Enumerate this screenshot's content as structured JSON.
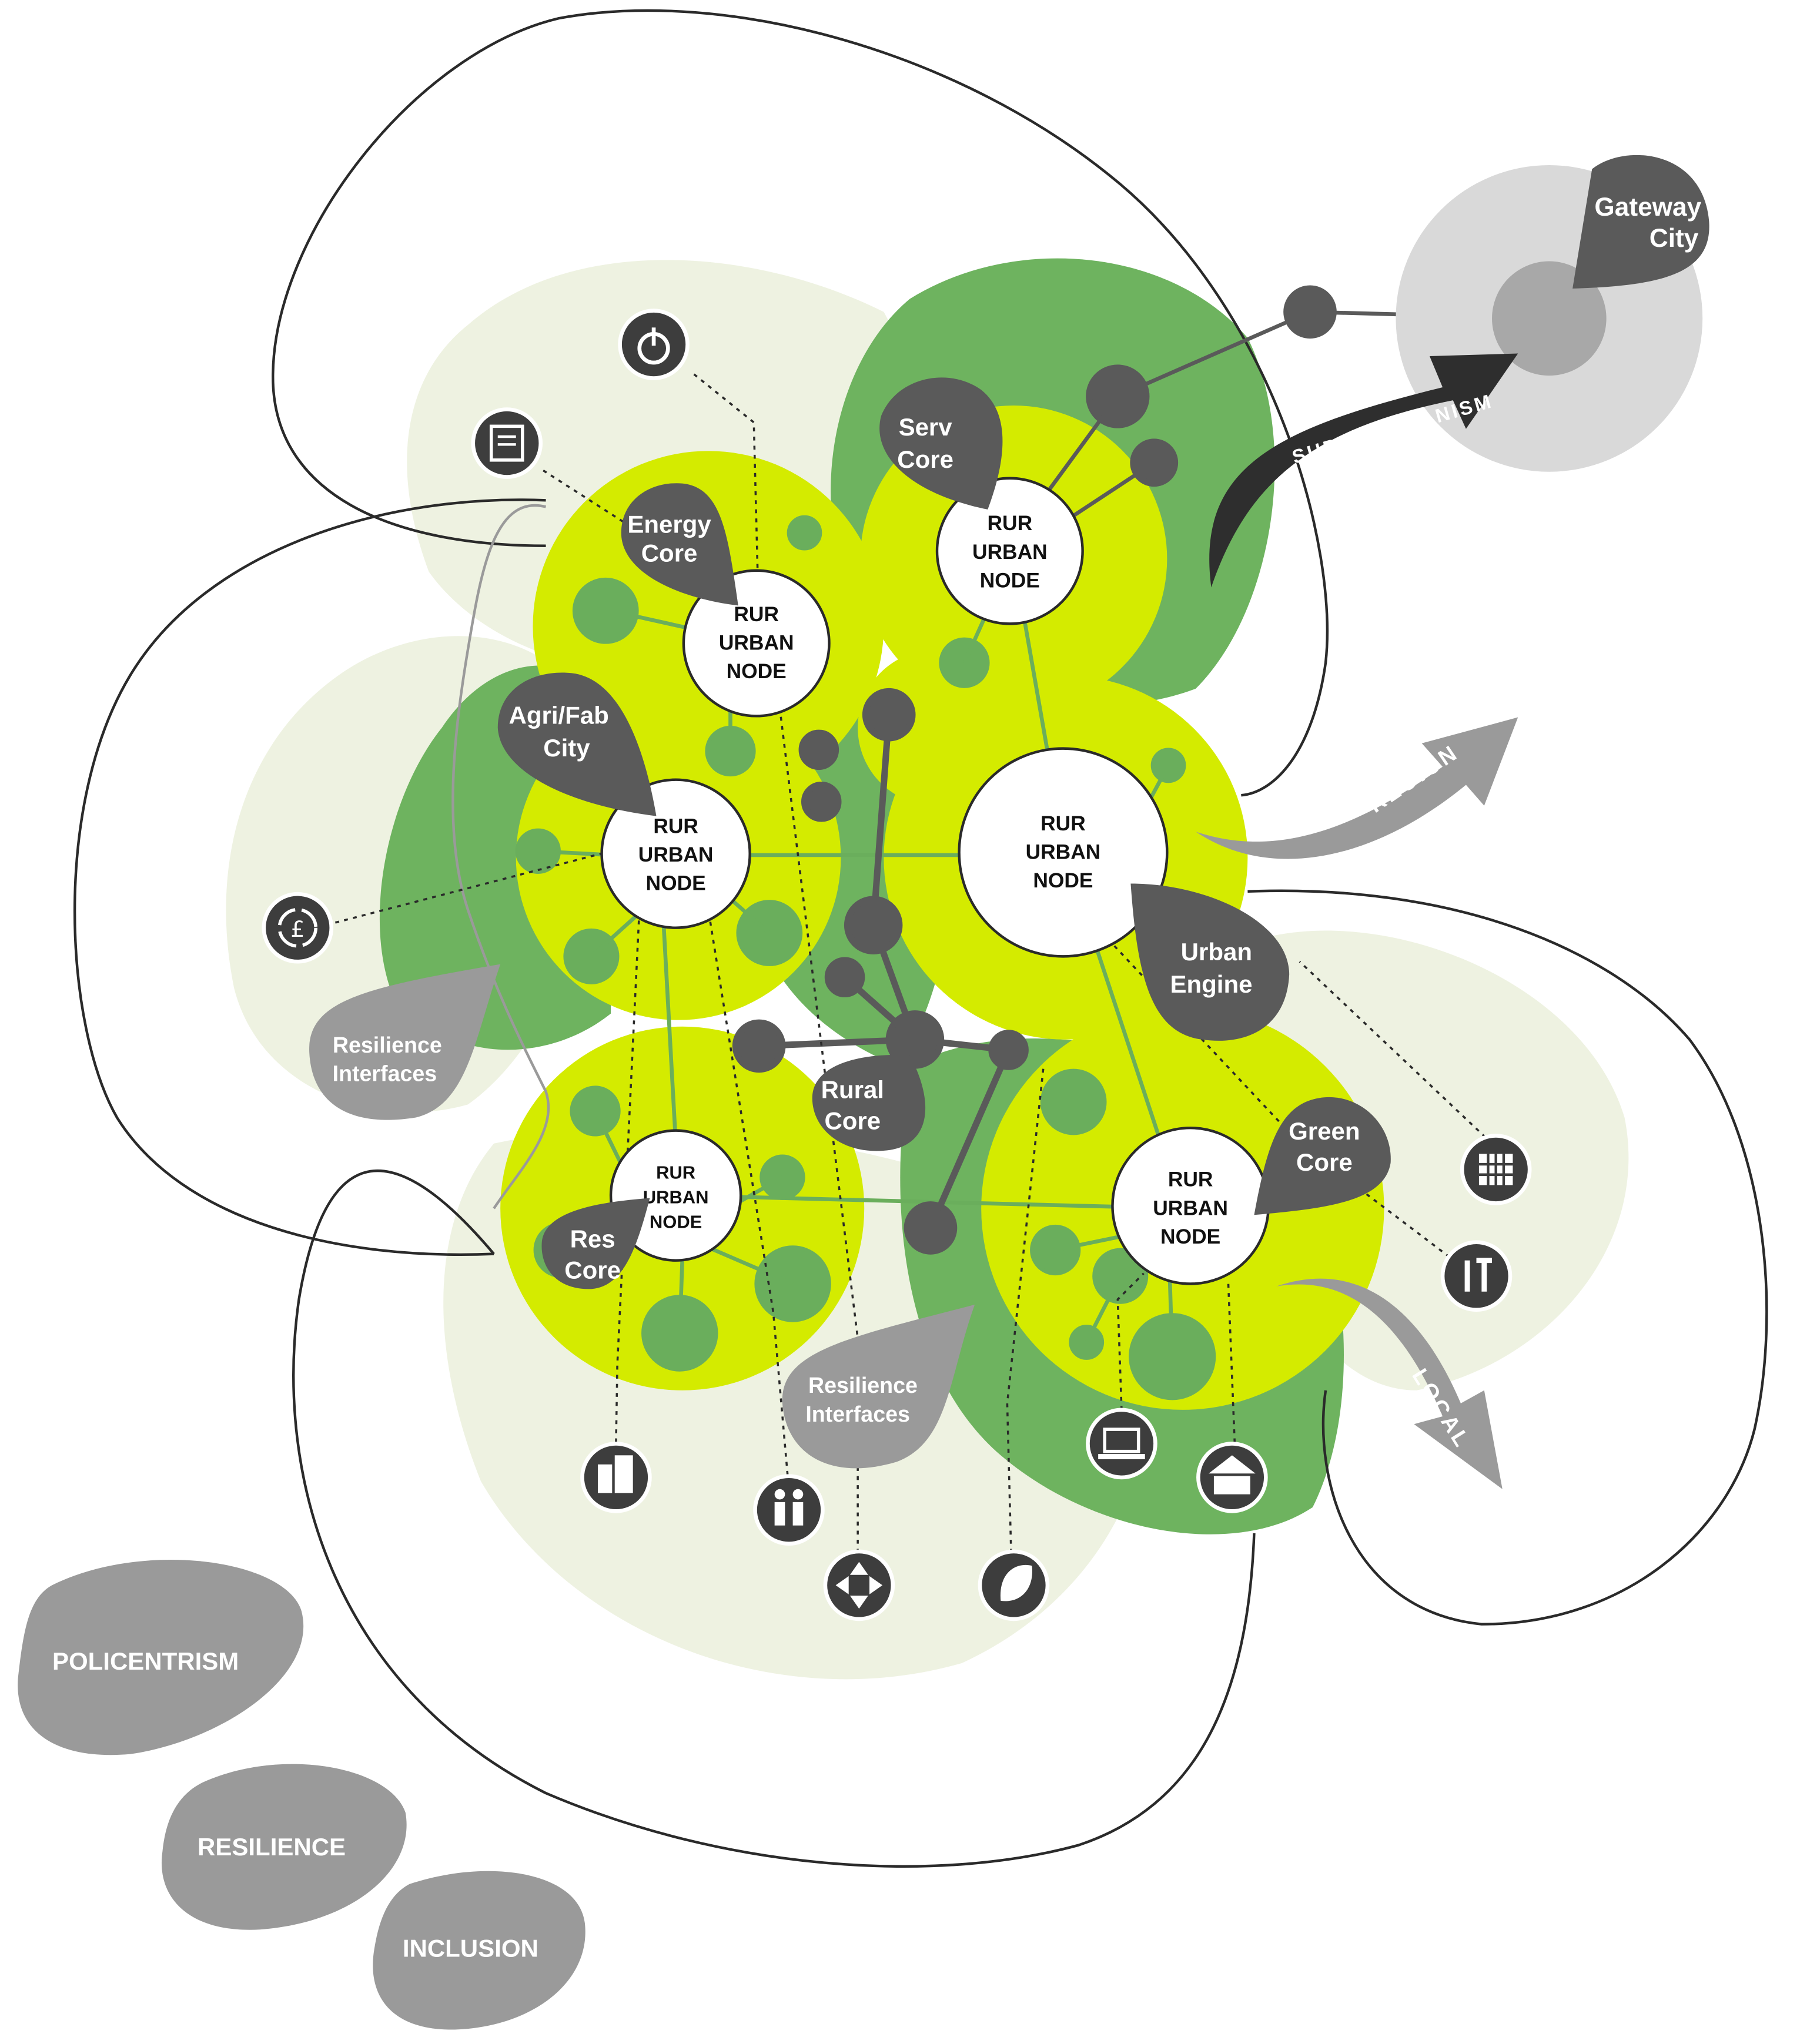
{
  "colors": {
    "pale_green": "#eef2e1",
    "mid_green": "#6eb35f",
    "lime": "#d4eb00",
    "dot_green": "#6aae5c",
    "dark_grey": "#5a5a5a",
    "mid_grey": "#9a9a9a",
    "light_grey": "#d9d9d9",
    "outline": "#2a2a2a",
    "white": "#ffffff"
  },
  "nodes": {
    "energy": [
      "RUR",
      "URBAN",
      "NODE"
    ],
    "serv": [
      "RUR",
      "URBAN",
      "NODE"
    ],
    "agri": [
      "RUR",
      "URBAN",
      "NODE"
    ],
    "central": [
      "RUR",
      "URBAN",
      "NODE"
    ],
    "res": [
      "RUR",
      "URBAN",
      "NODE"
    ],
    "green": [
      "RUR",
      "URBAN",
      "NODE"
    ]
  },
  "pins": {
    "serv_core": [
      "Serv",
      "Core"
    ],
    "energy_core": [
      "Energy",
      "Core"
    ],
    "agri_fab_city": [
      "Agri/Fab",
      "City"
    ],
    "urban_engine": [
      "Urban",
      "Engine"
    ],
    "rural_core": [
      "Rural",
      "Core"
    ],
    "green_core": [
      "Green",
      "Core"
    ],
    "res_core": [
      "Res",
      "Core"
    ],
    "gateway_city": [
      "Gateway",
      "City"
    ],
    "resilience_interfaces_left": [
      "Resilience",
      "Interfaces"
    ],
    "resilience_interfaces_bottom": [
      "Resilience",
      "Interfaces"
    ]
  },
  "arrows": {
    "superorganism": "SUPERORGANISM",
    "region": "REGION",
    "local": "LOCAL"
  },
  "pillars": [
    "POLICENTRISM",
    "RESILIENCE",
    "INCLUSION"
  ],
  "icons": [
    "power-icon",
    "document-icon",
    "currency-cycle-icon",
    "buildings-icon",
    "people-icon",
    "directions-icon",
    "leaf-icon",
    "laptop-icon",
    "community-home-icon",
    "tools-icon",
    "grid-building-icon"
  ]
}
